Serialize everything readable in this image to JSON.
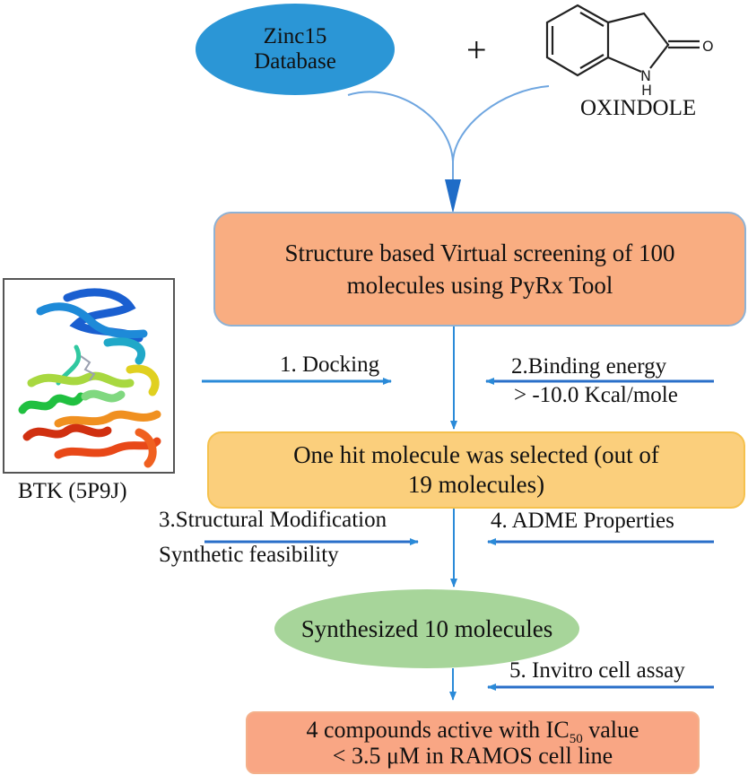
{
  "inputs": {
    "database": {
      "line1": "Zinc15",
      "line2": "Database",
      "color": "#2b96d6"
    },
    "plus": "+",
    "scaffold": {
      "label": "OXINDOLE",
      "atom_o": "O",
      "atom_n": "N",
      "atom_h": "H"
    }
  },
  "target_protein": {
    "label": "BTK (5P9J)",
    "icon": "protein-ribbon-structure"
  },
  "steps": {
    "virtual_screening": {
      "line1": "Structure based Virtual screening of 100",
      "line2": "molecules using PyRx Tool",
      "color": "#f9ad81"
    },
    "docking": "1. Docking",
    "binding_energy": {
      "line1": "2.Binding energy",
      "line2": "> -10.0 Kcal/mole"
    },
    "hit_selection": {
      "line1": "One hit molecule was selected (out of",
      "line2": "19 molecules)",
      "color": "#fbcf7c"
    },
    "structural_modification": {
      "line1": "3.Structural Modification",
      "line2": "Synthetic feasibility"
    },
    "adme": "4. ADME Properties",
    "synthesized": {
      "label": "Synthesized 10 molecules",
      "color": "#a7d59a"
    },
    "invitro": "5. Invitro cell assay",
    "result": {
      "line1_pre": "4 compounds active with IC",
      "line1_sub": "50",
      "line1_post": " value",
      "line2": "< 3.5 μM in RAMOS cell line",
      "color": "#f9a684"
    }
  },
  "arrow_color": "#2a8ad8"
}
